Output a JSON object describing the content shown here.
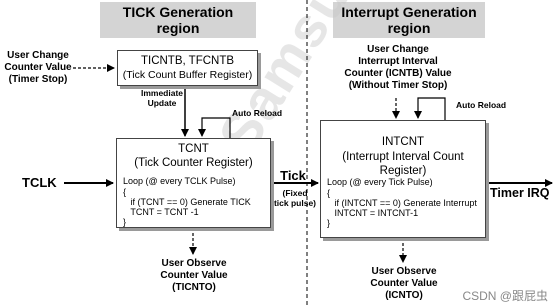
{
  "regions": {
    "tick": {
      "title_line1": "TICK Generation",
      "title_line2": "region"
    },
    "interrupt": {
      "title_line1": "Interrupt Generation",
      "title_line2": "region"
    }
  },
  "labels": {
    "user_change_left_1": "User Change",
    "user_change_left_2": "Counter Value",
    "user_change_left_3": "(Timer Stop)",
    "user_change_right_1": "User Change",
    "user_change_right_2": "Interrupt Interval",
    "user_change_right_3": "Counter (ICNTB) Value",
    "user_change_right_4": "(Without Timer Stop)",
    "immediate_update_1": "Immediate",
    "immediate_update_2": "Update",
    "auto_reload_left": "Auto Reload",
    "auto_reload_right": "Auto Reload",
    "tclk": "TCLK",
    "tick": "Tick",
    "tick_sub_1": "(Fixed",
    "tick_sub_2": "tick pulse)",
    "timer_irq": "Timer IRQ",
    "observe_left_1": "User Observe",
    "observe_left_2": "Counter Value",
    "observe_left_3": "(TICNTO)",
    "observe_right_1": "User Observe",
    "observe_right_2": "Counter Value",
    "observe_right_3": "(ICNTO)"
  },
  "boxes": {
    "buffer": {
      "title_1": "TICNTB, TFCNTB",
      "title_2": "(Tick Count Buffer Register)"
    },
    "tcnt": {
      "title_1": "TCNT",
      "title_2": "(Tick Counter Register)",
      "code_1": "Loop (@ every TCLK Pulse)",
      "code_2": "{",
      "code_3": "   if (TCNT == 0) Generate TICK",
      "code_4": "   TCNT = TCNT -1",
      "code_5": "}"
    },
    "intcnt": {
      "title_1": "INTCNT",
      "title_2": "(Interrupt Interval Count Register)",
      "code_1": "Loop (@ every Tick Pulse)",
      "code_2": "{",
      "code_3": "   if (INTCNT == 0) Generate Interrupt",
      "code_4": "   INTCNT = INTCNT-1",
      "code_5": "}"
    }
  },
  "watermark": "Samsung Confidential",
  "credit": "CSDN @跟屁虫"
}
